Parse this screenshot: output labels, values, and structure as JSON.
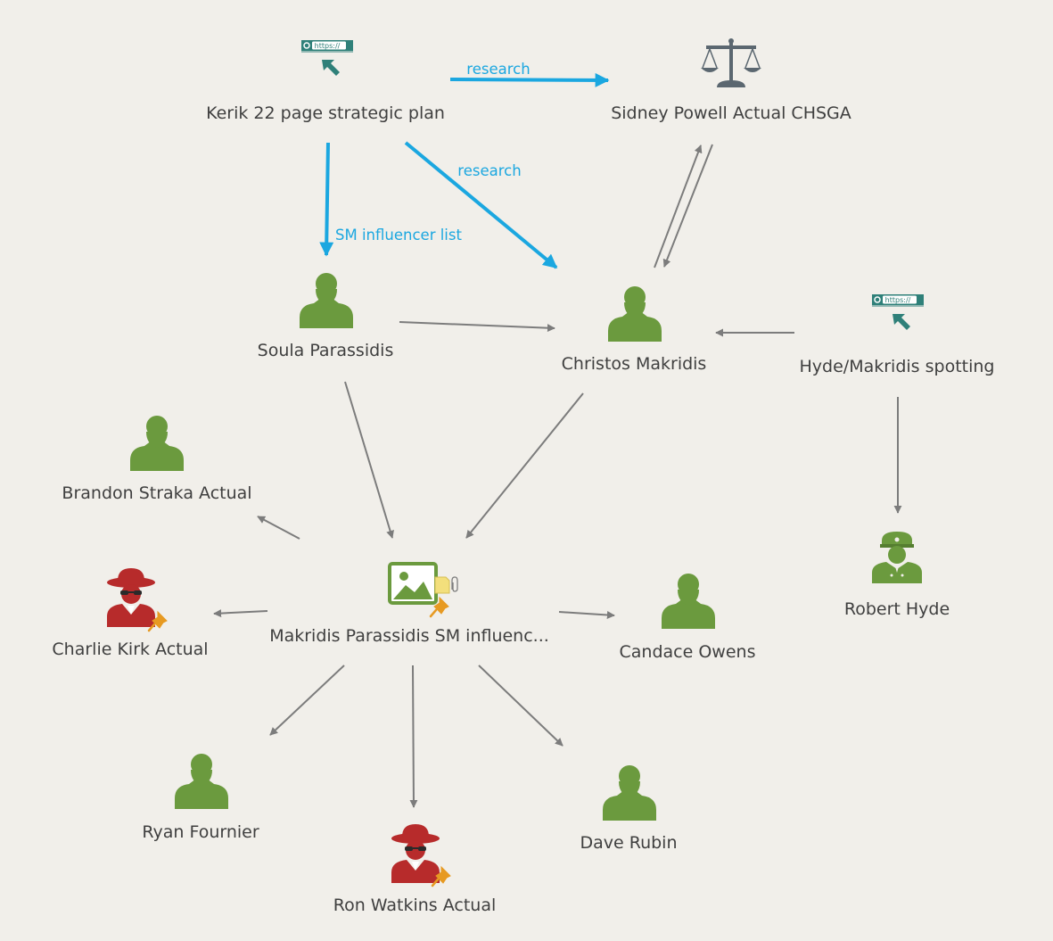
{
  "colors": {
    "background": "#f1efea",
    "person": "#6b9a3e",
    "suspect": "#b72b2b",
    "link_gray": "#7c7c7c",
    "link_blue": "#1ba7e0",
    "url_teal": "#2f8079",
    "pin": "#e79a22"
  },
  "nodes": {
    "kerik": {
      "label": "Kerik 22 page strategic plan",
      "icon": "url-icon"
    },
    "powell": {
      "label": "Sidney Powell Actual CHSGA",
      "icon": "scales-icon"
    },
    "soula": {
      "label": "Soula Parassidis",
      "icon": "person-icon"
    },
    "christos": {
      "label": "Christos Makridis",
      "icon": "person-icon"
    },
    "hydespot": {
      "label": "Hyde/Makridis spotting",
      "icon": "url-icon"
    },
    "brandon": {
      "label": "Brandon Straka Actual",
      "icon": "person-icon"
    },
    "hub": {
      "label": "Makridis Parassidis SM influenc...",
      "icon": "image-icon"
    },
    "candace": {
      "label": "Candace Owens",
      "icon": "person-icon"
    },
    "hyde": {
      "label": "Robert Hyde",
      "icon": "officer-icon"
    },
    "charlie": {
      "label": "Charlie Kirk Actual",
      "icon": "spy-icon"
    },
    "ryan": {
      "label": "Ryan Fournier",
      "icon": "person-icon"
    },
    "ron": {
      "label": "Ron Watkins Actual",
      "icon": "spy-icon"
    },
    "dave": {
      "label": "Dave Rubin",
      "icon": "person-icon"
    }
  },
  "url_badge_text": "https://",
  "edges": {
    "kerik_powell": {
      "label": "research"
    },
    "kerik_christos": {
      "label": "research"
    },
    "kerik_soula": {
      "label": "SM influencer list"
    }
  }
}
